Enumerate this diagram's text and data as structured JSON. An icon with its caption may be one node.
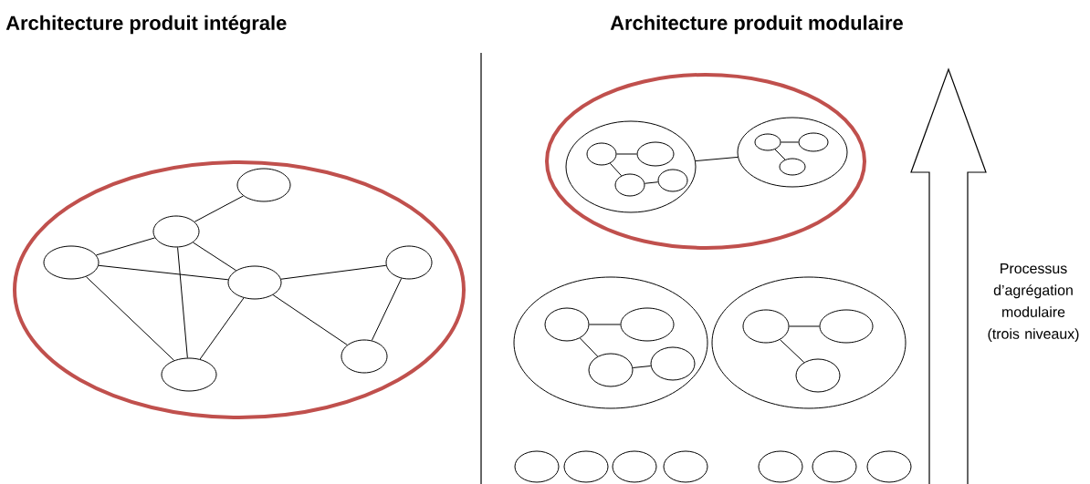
{
  "diagram": {
    "nodes": [
      {
        "text": [],
        "shape": "circle"
      },
      {
        "text": [],
        "shape": "circle",
        "in": 0
      },
      {
        "text": [],
        "shape": "circle",
        "in": 0
      },
      {
        "text": [],
        "shape": "circle",
        "in": 0
      },
      {
        "text": [],
        "shape": "circle",
        "in": 0
      },
      {
        "text": [],
        "shape": "circle",
        "in": 0
      },
      {
        "text": [],
        "shape": "circle",
        "in": 0
      },
      {
        "text": [],
        "shape": "circle",
        "in": 0
      },
      {
        "text": [],
        "shape": "circle"
      },
      {
        "text": [],
        "shape": "circle",
        "in": 8
      },
      {
        "text": [],
        "shape": "circle",
        "in": 9
      },
      {
        "text": [],
        "shape": "circle",
        "in": 9
      },
      {
        "text": [],
        "shape": "circle",
        "in": 9
      },
      {
        "text": [],
        "shape": "circle",
        "in": 9
      },
      {
        "text": [],
        "shape": "circle",
        "in": 8
      },
      {
        "text": [],
        "shape": "circle",
        "in": 14
      },
      {
        "text": [],
        "shape": "circle",
        "in": 14
      },
      {
        "text": [],
        "shape": "circle",
        "in": 14
      },
      {
        "text": [],
        "shape": "circle"
      },
      {
        "text": [],
        "shape": "circle",
        "in": 18
      },
      {
        "text": [],
        "shape": "circle",
        "in": 18
      },
      {
        "text": [],
        "shape": "circle",
        "in": 18
      },
      {
        "text": [],
        "shape": "circle",
        "in": 18
      },
      {
        "text": [],
        "shape": "circle"
      },
      {
        "text": [],
        "shape": "circle",
        "in": 23
      },
      {
        "text": [],
        "shape": "circle",
        "in": 23
      },
      {
        "text": [],
        "shape": "circle",
        "in": 23
      },
      {
        "text": [],
        "shape": "circle"
      },
      {
        "text": [],
        "shape": "circle"
      },
      {
        "text": [],
        "shape": "circle"
      },
      {
        "text": [],
        "shape": "circle"
      },
      {
        "text": [],
        "shape": "circle"
      },
      {
        "text": [],
        "shape": "circle"
      },
      {
        "text": [],
        "shape": "circle"
      }
    ],
    "edges": [
      {
        "from": 2,
        "to": 1,
        "arrow": "none"
      },
      {
        "from": 2,
        "to": 3,
        "arrow": "none"
      },
      {
        "from": 3,
        "to": 5,
        "arrow": "none"
      },
      {
        "from": 2,
        "to": 5,
        "arrow": "none"
      },
      {
        "from": 2,
        "to": 7,
        "arrow": "none"
      },
      {
        "from": 3,
        "to": 7,
        "arrow": "none"
      },
      {
        "from": 5,
        "to": 7,
        "arrow": "none"
      },
      {
        "from": 5,
        "to": 4,
        "arrow": "none"
      },
      {
        "from": 5,
        "to": 6,
        "arrow": "none"
      },
      {
        "from": 4,
        "to": 6,
        "arrow": "none"
      },
      {
        "from": 9,
        "to": 14,
        "arrow": "none"
      },
      {
        "from": 10,
        "to": 11,
        "arrow": "none"
      },
      {
        "from": 10,
        "to": 12,
        "arrow": "none"
      },
      {
        "from": 12,
        "to": 13,
        "arrow": "none"
      },
      {
        "from": 15,
        "to": 16,
        "arrow": "none"
      },
      {
        "from": 15,
        "to": 17,
        "arrow": "none"
      },
      {
        "from": 19,
        "to": 20,
        "arrow": "none"
      },
      {
        "from": 19,
        "to": 21,
        "arrow": "none"
      },
      {
        "from": 21,
        "to": 22,
        "arrow": "none"
      },
      {
        "from": 24,
        "to": 25,
        "arrow": "none"
      },
      {
        "from": 24,
        "to": 26,
        "arrow": "none"
      }
    ],
    "labels": [
      "Architecture produit intégrale",
      "Architecture produit modulaire",
      "Processus d’agrégation modulaire (trois niveaux)"
    ]
  }
}
